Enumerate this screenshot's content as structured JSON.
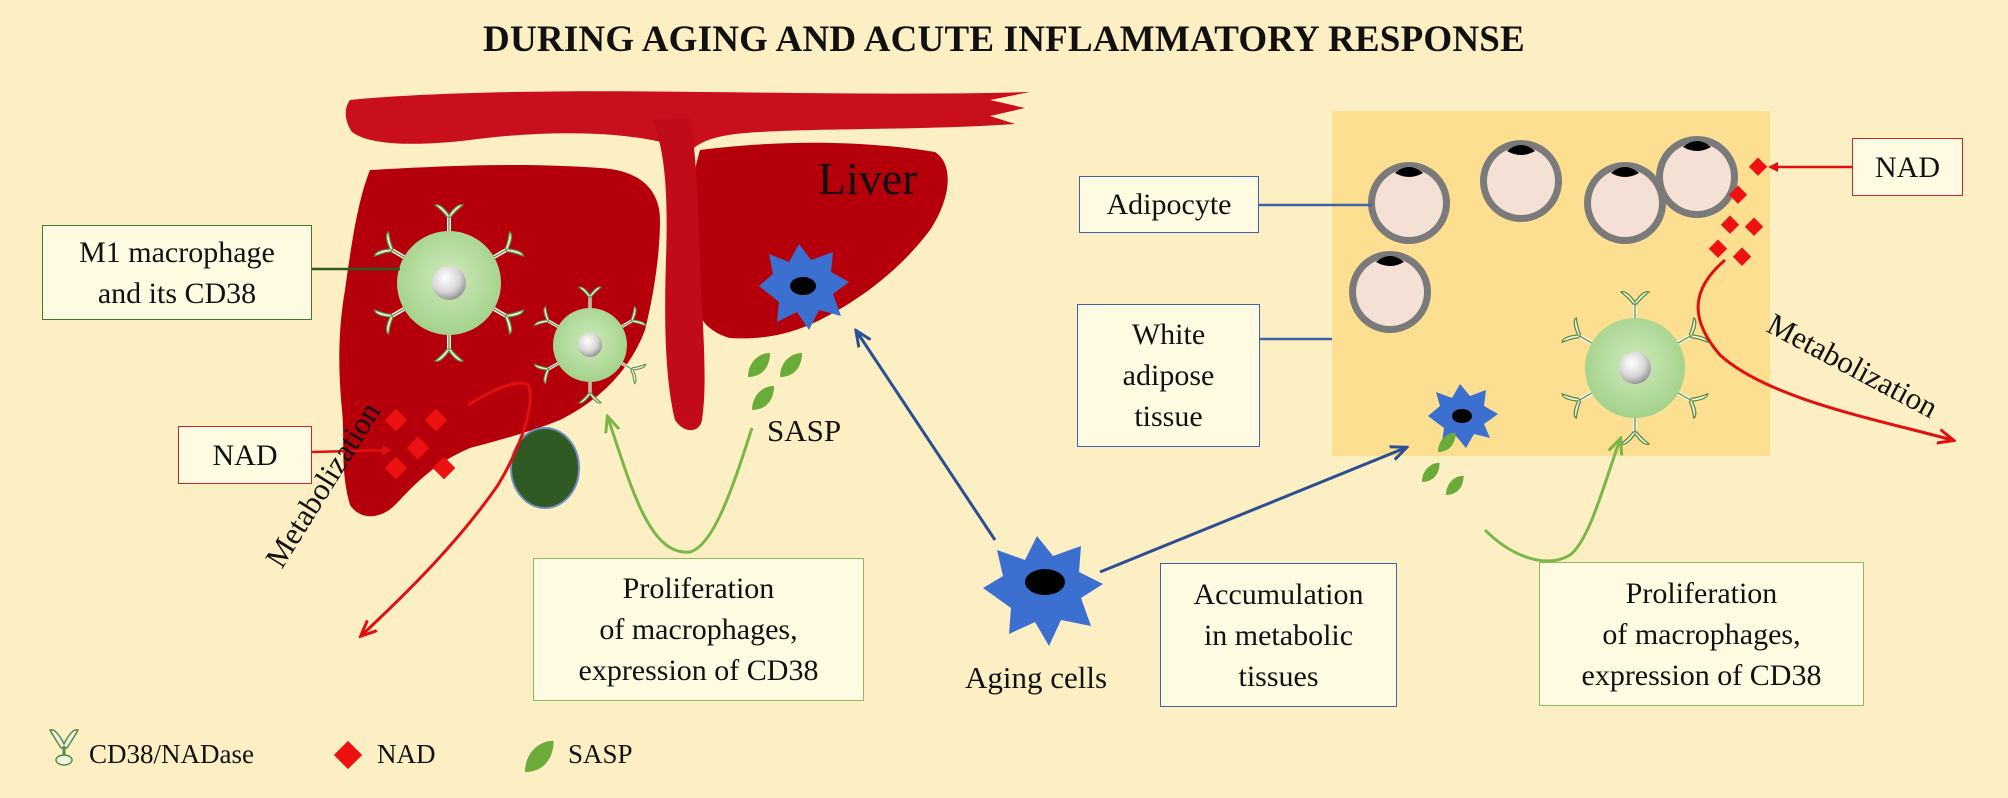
{
  "title": "DURING AGING AND ACUTE INFLAMMATORY RESPONSE",
  "labels": {
    "liver": "Liver",
    "sasp": "SASP",
    "aging_cells": "Aging cells",
    "metabolization_left": "Metabolization",
    "metabolization_right": "Metabolization"
  },
  "boxes": {
    "m1_macrophage_line1": "M1 macrophage",
    "m1_macrophage_line2": "and its CD38",
    "nad_left": "NAD",
    "proliferation_left_line1": "Proliferation",
    "proliferation_left_line2": "of macrophages,",
    "proliferation_left_line3": "expression of CD38",
    "adipocyte": "Adipocyte",
    "white_adipose_line1": "White",
    "white_adipose_line2": "adipose",
    "white_adipose_line3": "tissue",
    "accumulation_line1": "Accumulation",
    "accumulation_line2": "in metabolic",
    "accumulation_line3": "tissues",
    "nad_right": "NAD",
    "proliferation_right_line1": "Proliferation",
    "proliferation_right_line2": "of macrophages,",
    "proliferation_right_line3": "expression of CD38"
  },
  "legend": {
    "cd38": "CD38/NADase",
    "nad": "NAD",
    "sasp": "SASP"
  },
  "colors": {
    "background": "#fdefc4",
    "liver": "#b5000b",
    "adipose_tissue": "#fcdf90",
    "macrophage": "#a9d58f",
    "aging_cell": "#3b6fd0",
    "nad": "#ee1111",
    "sasp": "#6aab3a",
    "arrow_blue": "#2c4f94",
    "arrow_green": "#7ab648",
    "arrow_red": "#e01010"
  }
}
